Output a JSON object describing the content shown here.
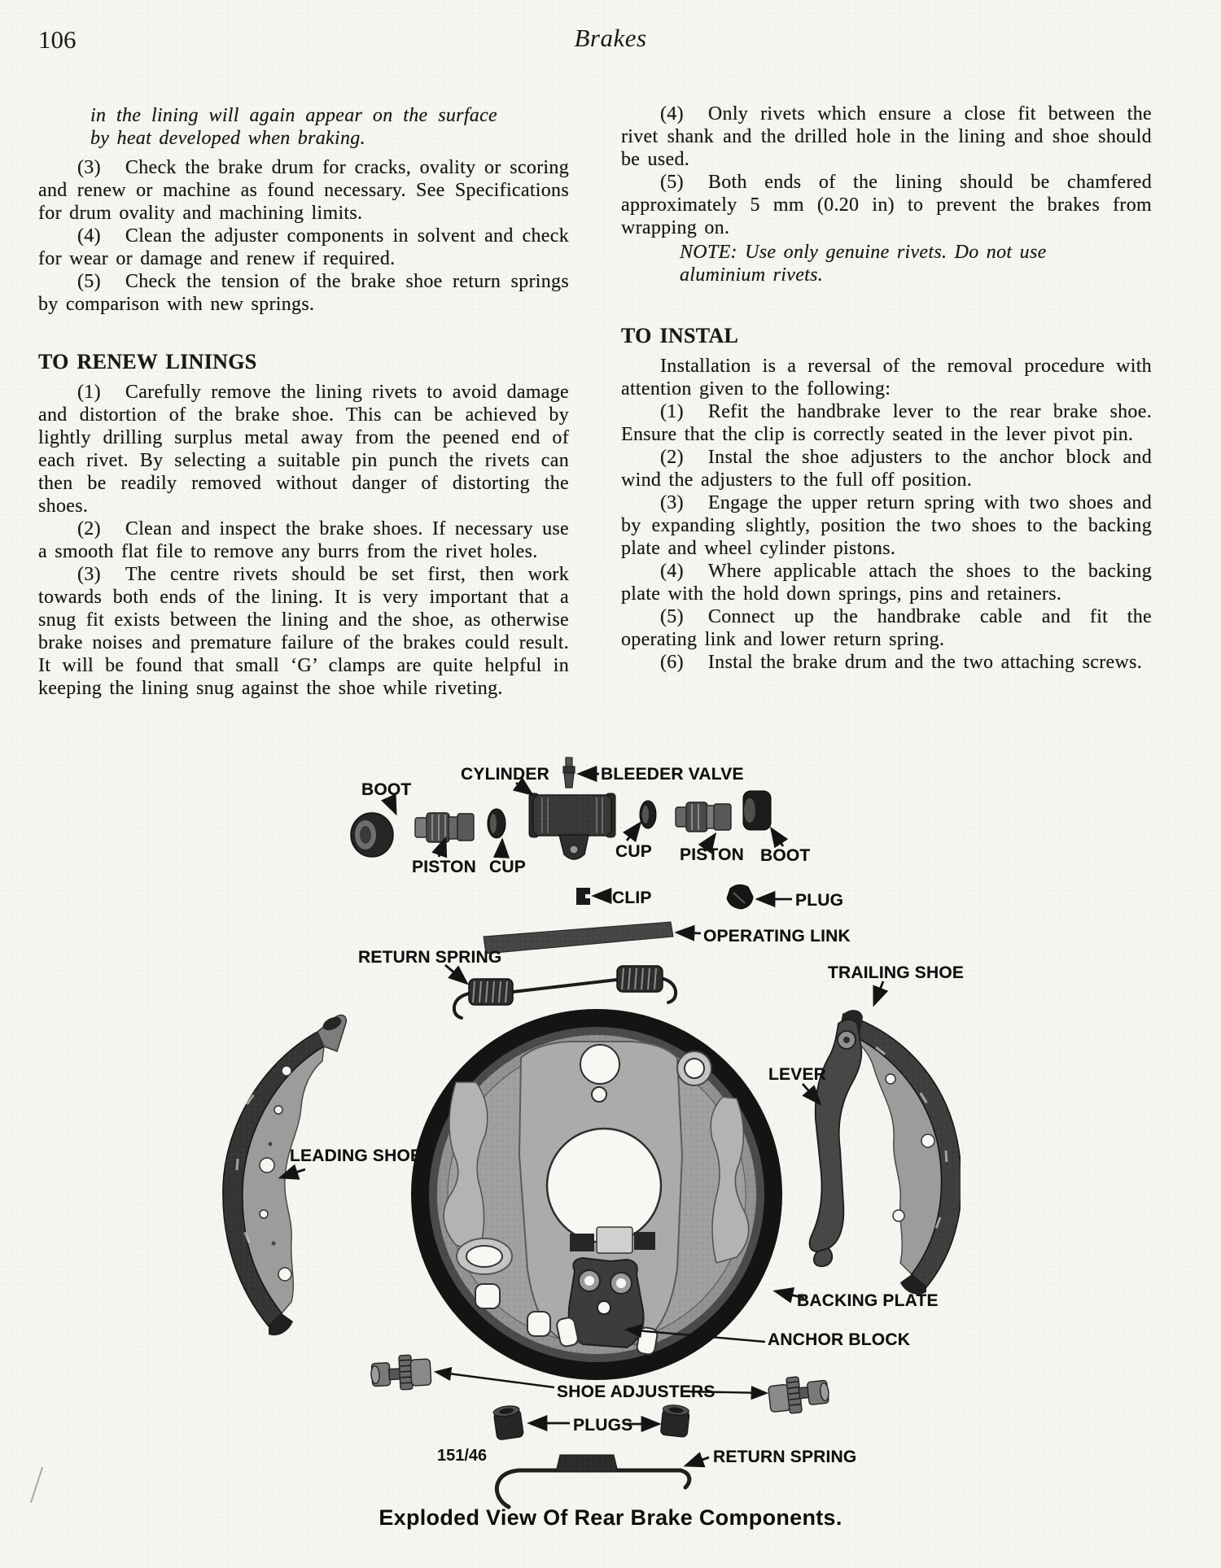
{
  "page": {
    "number": "106",
    "running_title": "Brakes"
  },
  "left_column": {
    "quote": "in the lining will again appear on the surface by heat developed when braking.",
    "paras": [
      {
        "num": "(3)",
        "text": "Check the brake drum for cracks, ovality or scoring and renew or machine as found necessary. See Specifications for drum ovality and machining limits."
      },
      {
        "num": "(4)",
        "text": "Clean the adjuster components in solvent and check for wear or damage and renew if required."
      },
      {
        "num": "(5)",
        "text": "Check the tension of the brake shoe return springs by comparison with new springs."
      }
    ],
    "heading": "TO RENEW LININGS",
    "paras2": [
      {
        "num": "(1)",
        "text": "Carefully remove the lining rivets to avoid damage and distortion of the brake shoe. This can be achieved by lightly drilling surplus metal away from the peened end of each rivet. By selecting a suitable pin punch the rivets can then be readily removed without danger of distorting the shoes."
      },
      {
        "num": "(2)",
        "text": "Clean and inspect the brake shoes. If necessary use a smooth flat file to remove any burrs from the rivet holes."
      },
      {
        "num": "(3)",
        "text": "The centre rivets should be set first, then work towards both ends of the lining. It is very important that a snug fit exists between the lining and the shoe, as otherwise brake noises and premature failure of the brakes could result. It will be found that small ‘G’ clamps are quite helpful in keeping the lining snug against the shoe while riveting."
      }
    ]
  },
  "right_column": {
    "paras": [
      {
        "num": "(4)",
        "text": "Only rivets which ensure a close fit between the rivet shank and the drilled hole in the lining and shoe should be used."
      },
      {
        "num": "(5)",
        "text": "Both ends of the lining should be chamfered approximately 5 mm (0.20 in) to prevent the brakes from wrapping on."
      }
    ],
    "note": "NOTE: Use only genuine rivets. Do not use aluminium rivets.",
    "heading": "TO INSTAL",
    "intro": "Installation is a reversal of the removal procedure with attention given to the following:",
    "steps": [
      {
        "num": "(1)",
        "text": "Refit the handbrake lever to the rear brake shoe. Ensure that the clip is correctly seated in the lever pivot pin."
      },
      {
        "num": "(2)",
        "text": "Instal the shoe adjusters to the anchor block and wind the adjusters to the full off position."
      },
      {
        "num": "(3)",
        "text": "Engage the upper return spring with two shoes and by expanding slightly, position the two shoes to the backing plate and wheel cylinder pistons."
      },
      {
        "num": "(4)",
        "text": "Where applicable attach the shoes to the backing plate with the hold down springs, pins and retainers."
      },
      {
        "num": "(5)",
        "text": "Connect up the handbrake cable and fit the operating link and lower return spring."
      },
      {
        "num": "(6)",
        "text": "Instal the brake drum and the two attaching screws."
      }
    ]
  },
  "diagram": {
    "figure_number": "151/46",
    "caption": "Exploded View Of Rear Brake Components.",
    "labels": {
      "boot_left": "BOOT",
      "cylinder": "CYLINDER",
      "bleeder_valve": "BLEEDER VALVE",
      "piston_left": "PISTON",
      "cup_left": "CUP",
      "cup_right": "CUP",
      "piston_right": "PISTON",
      "boot_right": "BOOT",
      "clip": "CLIP",
      "plug": "PLUG",
      "operating_link": "OPERATING LINK",
      "return_spring_upper": "RETURN SPRING",
      "trailing_shoe": "TRAILING SHOE",
      "lever": "LEVER",
      "leading_shoe": "LEADING SHOE",
      "backing_plate": "BACKING PLATE",
      "anchor_block": "ANCHOR BLOCK",
      "shoe_adjusters": "SHOE ADJUSTERS",
      "plugs": "PLUGS",
      "return_spring_lower": "RETURN SPRING"
    }
  },
  "colors": {
    "paper": "#f6f5f0",
    "ink": "#161616"
  }
}
